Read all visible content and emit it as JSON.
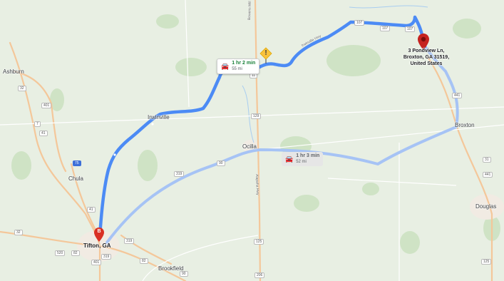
{
  "places": {
    "ashburn": "Ashburn",
    "irwinville": "Irwinville",
    "chula": "Chula",
    "ocilla": "Ocilla",
    "broxton": "Broxton",
    "douglas": "Douglas",
    "tifton": "Tifton, GA",
    "brookfield": "Brookfield"
  },
  "roads": {
    "bowens_mill": "Bowens Mill",
    "irwinville_hwy": "Irwinville Hwy",
    "alapaha_hwy": "Alapaha Hwy"
  },
  "route_shields": [
    "32",
    "401",
    "7",
    "41",
    "75",
    "41",
    "319",
    "90",
    "107",
    "107",
    "107",
    "11",
    "129",
    "441",
    "31",
    "441",
    "32",
    "319",
    "520",
    "82",
    "401",
    "82",
    "206",
    "319",
    "125",
    "90",
    "125"
  ],
  "primary_route": {
    "duration": "1 hr 2 min",
    "distance": "55 mi"
  },
  "alternate_route": {
    "duration": "1 hr 3 min",
    "distance": "52 mi"
  },
  "destination": {
    "line1": "3 Pondview Ln,",
    "line2": "Broxton, GA 31519,",
    "line3": "United States"
  },
  "origin_marker_letter": "B",
  "warning_symbol": "!",
  "car_symbol": "🚘",
  "colors": {
    "primary_route": "#4c8bf5",
    "alternate_route": "#a6c3f5",
    "highway": "#f4c79a",
    "origin_marker": "#d93025",
    "destination_marker": "#c5221f",
    "warning": "#f9c23c"
  },
  "icons": [
    "car-icon",
    "warning-icon",
    "destination-pin-icon",
    "origin-pin-icon"
  ]
}
